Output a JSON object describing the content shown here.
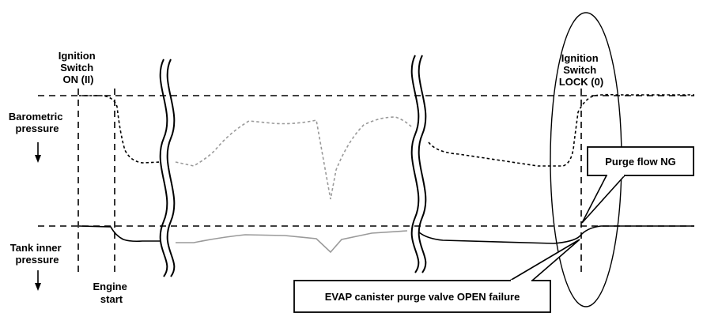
{
  "labels": {
    "ignition_on": [
      "Ignition",
      "Switch",
      "ON (II)"
    ],
    "ignition_lock": [
      "Ignition",
      "Switch",
      "LOCK (0)"
    ],
    "barometric": [
      "Barometric",
      "pressure"
    ],
    "tank_inner": [
      "Tank inner",
      "pressure"
    ],
    "engine_start": [
      "Engine",
      "start"
    ],
    "purge_flow_ng": "Purge flow NG",
    "evap_failure": "EVAP canister purge valve OPEN failure"
  },
  "colors": {
    "line": "#000000",
    "faded_trace": "#9a9a9a",
    "background": "#ffffff"
  }
}
